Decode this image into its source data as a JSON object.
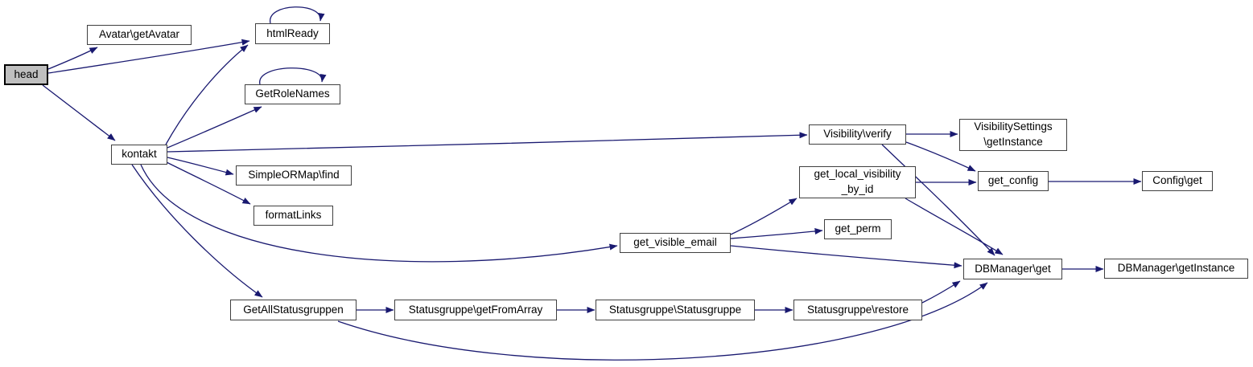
{
  "diagram": {
    "type": "call-graph",
    "colors": {
      "background": "#ffffff",
      "edge": "#191970",
      "node_border": "#404040",
      "node_fill": "#ffffff",
      "root_fill": "#bfbfbf",
      "root_border": "#000000"
    },
    "nodes": {
      "head": {
        "label": "head",
        "root": true
      },
      "avatar_getavatar": {
        "label": "Avatar\\getAvatar"
      },
      "htmlready": {
        "label": "htmlReady"
      },
      "getrolenames": {
        "label": "GetRoleNames"
      },
      "kontakt": {
        "label": "kontakt"
      },
      "simpleormap_find": {
        "label": "SimpleORMap\\find"
      },
      "formatlinks": {
        "label": "formatLinks"
      },
      "visibility_verify": {
        "label": "Visibility\\verify"
      },
      "visibilitysettings_getinstance": {
        "label": "VisibilitySettings\n\\getInstance"
      },
      "get_local_visibility_by_id": {
        "label": "get_local_visibility\n_by_id"
      },
      "get_config": {
        "label": "get_config"
      },
      "config_get": {
        "label": "Config\\get"
      },
      "get_visible_email": {
        "label": "get_visible_email"
      },
      "get_perm": {
        "label": "get_perm"
      },
      "dbmanager_get": {
        "label": "DBManager\\get"
      },
      "dbmanager_getinstance": {
        "label": "DBManager\\getInstance"
      },
      "getallstatusgruppen": {
        "label": "GetAllStatusgruppen"
      },
      "statusgruppe_getfromarray": {
        "label": "Statusgruppe\\getFromArray"
      },
      "statusgruppe_statusgruppe": {
        "label": "Statusgruppe\\Statusgruppe"
      },
      "statusgruppe_restore": {
        "label": "Statusgruppe\\restore"
      }
    },
    "edges": [
      {
        "from": "head",
        "to": "avatar_getavatar"
      },
      {
        "from": "head",
        "to": "htmlready"
      },
      {
        "from": "head",
        "to": "kontakt"
      },
      {
        "from": "htmlready",
        "to": "htmlready"
      },
      {
        "from": "getrolenames",
        "to": "getrolenames"
      },
      {
        "from": "kontakt",
        "to": "htmlready"
      },
      {
        "from": "kontakt",
        "to": "getrolenames"
      },
      {
        "from": "kontakt",
        "to": "visibility_verify"
      },
      {
        "from": "kontakt",
        "to": "simpleormap_find"
      },
      {
        "from": "kontakt",
        "to": "formatlinks"
      },
      {
        "from": "kontakt",
        "to": "get_visible_email"
      },
      {
        "from": "kontakt",
        "to": "getallstatusgruppen"
      },
      {
        "from": "visibility_verify",
        "to": "visibilitysettings_getinstance"
      },
      {
        "from": "visibility_verify",
        "to": "get_config"
      },
      {
        "from": "visibility_verify",
        "to": "dbmanager_get"
      },
      {
        "from": "get_local_visibility_by_id",
        "to": "get_config"
      },
      {
        "from": "get_local_visibility_by_id",
        "to": "dbmanager_get"
      },
      {
        "from": "get_visible_email",
        "to": "get_local_visibility_by_id"
      },
      {
        "from": "get_visible_email",
        "to": "get_perm"
      },
      {
        "from": "get_visible_email",
        "to": "dbmanager_get"
      },
      {
        "from": "get_config",
        "to": "config_get"
      },
      {
        "from": "dbmanager_get",
        "to": "dbmanager_getinstance"
      },
      {
        "from": "getallstatusgruppen",
        "to": "statusgruppe_getfromarray"
      },
      {
        "from": "getallstatusgruppen",
        "to": "dbmanager_get"
      },
      {
        "from": "statusgruppe_getfromarray",
        "to": "statusgruppe_statusgruppe"
      },
      {
        "from": "statusgruppe_statusgruppe",
        "to": "statusgruppe_restore"
      },
      {
        "from": "statusgruppe_restore",
        "to": "dbmanager_get"
      }
    ]
  }
}
